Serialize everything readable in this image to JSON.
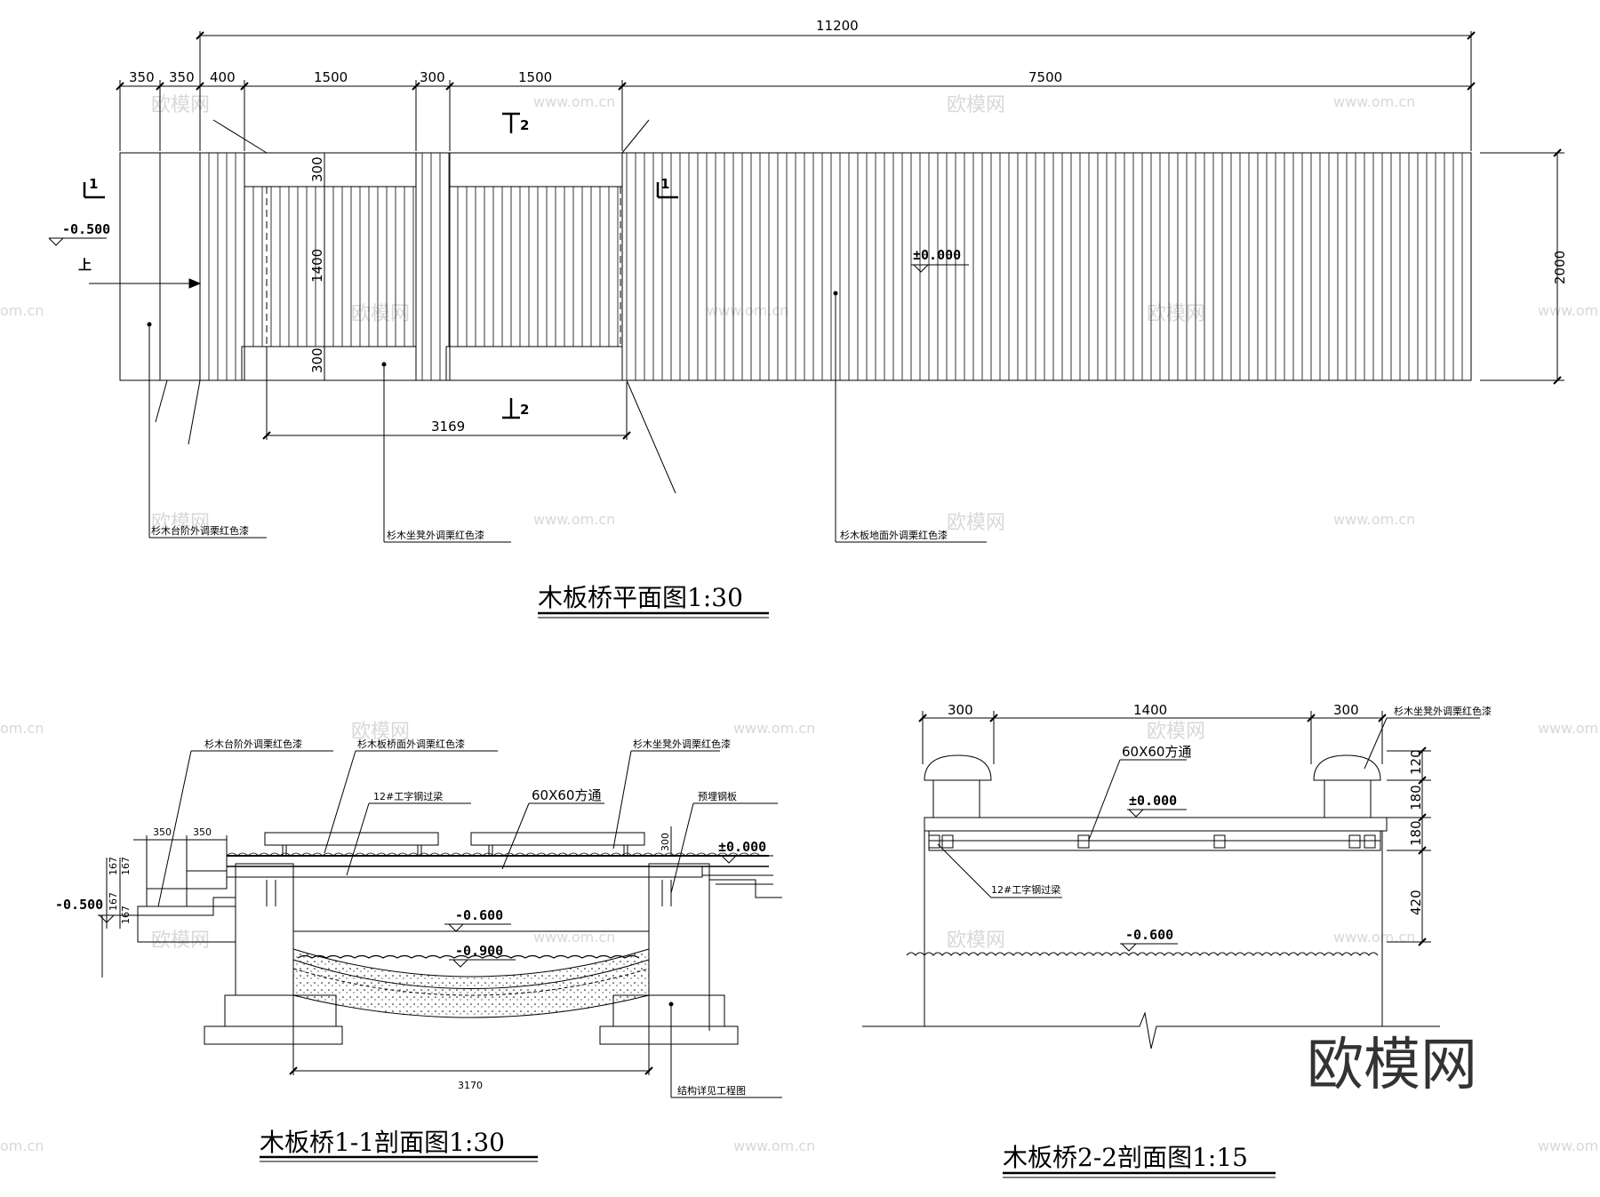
{
  "plan": {
    "dims_top": [
      "350",
      "350",
      "400",
      "1500",
      "300",
      "1500",
      "7500"
    ],
    "dim_total": "11200",
    "dim_right": "2000",
    "dim_seat_top": "300",
    "dim_seat_mid": "1400",
    "dim_seat_bot": "300",
    "dim_bottom": "3169",
    "level_left": "-0.500",
    "level_deck": "±0.000",
    "up_label": "上",
    "cut_1": "1",
    "cut_2": "2",
    "callout_step": "杉木台阶外调栗红色漆",
    "callout_seat": "杉木坐凳外调栗红色漆",
    "callout_deck": "杉木板地面外调栗红色漆",
    "title": "木板桥平面图1:30"
  },
  "section1": {
    "callout_step": "杉木台阶外调栗红色漆",
    "callout_deck": "杉木板桥面外调栗红色漆",
    "callout_seat": "杉木坐凳外调栗红色漆",
    "beam": "12#工字钢过梁",
    "tube": "60X60方通",
    "plate": "预埋钢板",
    "dim_step1": "350",
    "dim_step2": "350",
    "dim_h1": "167",
    "dim_h2": "167",
    "dim_h3": "167",
    "dim_h4": "167",
    "dim_seat": "300",
    "level_deck": "±0.000",
    "level_left": "-0.500",
    "level_water": "-0.600",
    "level_bed": "-0.900",
    "dim_span": "3170",
    "struct_note": "结构详见工程图",
    "title": "木板桥1-1剖面图1:30"
  },
  "section2": {
    "dim_a": "300",
    "dim_b": "1400",
    "dim_c": "300",
    "callout_seat": "杉木坐凳外调栗红色漆",
    "tube": "60X60方通",
    "level_deck": "±0.000",
    "level_water": "-0.600",
    "beam": "12#工字钢过梁",
    "v1": "120",
    "v2": "180",
    "v3": "180",
    "v4": "420",
    "title": "木板桥2-2剖面图1:15"
  },
  "watermarks": {
    "logo": "欧模网",
    "url": "www.om.cn",
    "url_short": "om.cn"
  }
}
